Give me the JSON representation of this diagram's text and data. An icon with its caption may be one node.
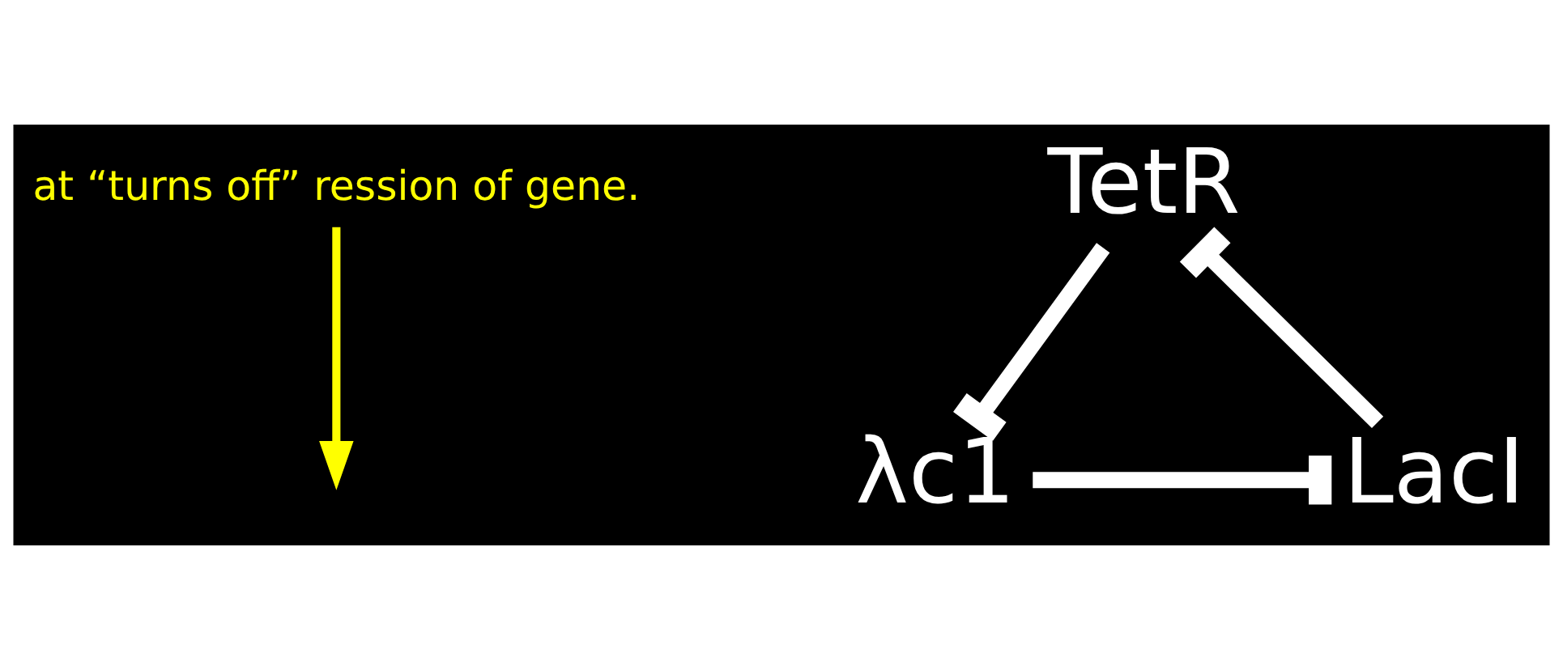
{
  "diagram": {
    "nodes": [
      {
        "text": [
          "at “turns off” ression of gene."
        ]
      },
      {
        "text": [
          "TetR"
        ]
      },
      {
        "text": [
          "λc1"
        ]
      },
      {
        "text": [
          "LacI"
        ]
      }
    ],
    "edges": [
      {
        "from": 1,
        "to": 2,
        "arrow": "other"
      },
      {
        "from": 3,
        "to": 1,
        "arrow": "other"
      },
      {
        "from": 2,
        "to": 3,
        "arrow": "other"
      },
      {
        "from": 0,
        "to": null,
        "arrow": "to",
        "color": "#ffff00"
      }
    ]
  }
}
